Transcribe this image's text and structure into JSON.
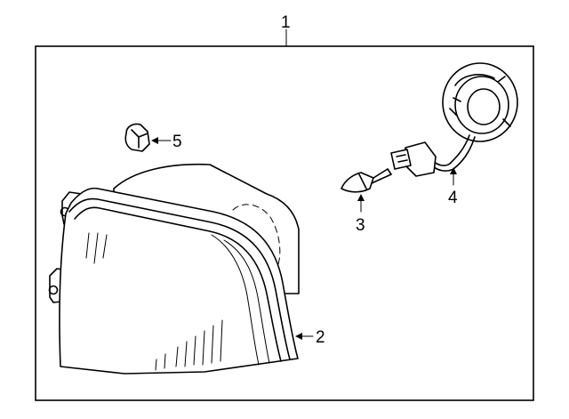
{
  "diagram": {
    "callouts": {
      "assembly": "1",
      "lens": "2",
      "bulb": "3",
      "socket": "4",
      "clip": "5"
    },
    "colors": {
      "line": "#000000",
      "background": "#ffffff"
    }
  }
}
